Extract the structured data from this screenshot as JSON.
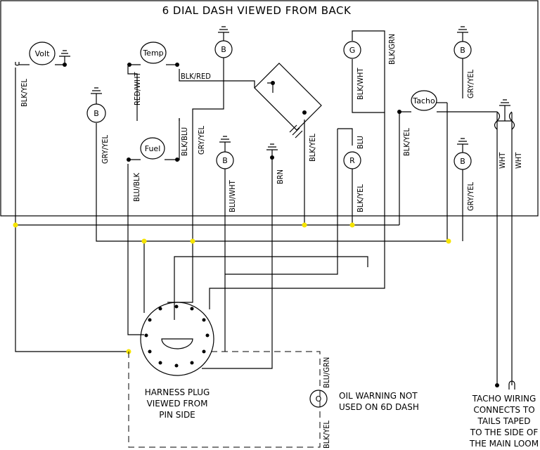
{
  "title": "6 DIAL DASH VIEWED FROM BACK",
  "dials": {
    "volt": "Volt",
    "temp": "Temp",
    "fuel": "Fuel",
    "tacho": "Tacho"
  },
  "bulbs": {
    "b": "B",
    "g": "G",
    "r": "R",
    "o": "O"
  },
  "wire_labels": {
    "volt_blk_yel": "BLK/YEL",
    "temp_red_wht": "RED/WHT",
    "temp_blk_red": "BLK/RED",
    "b_left_gry_yel": "GRY/YEL",
    "fuel_blu_blk": "BLU/BLK",
    "fuel_blk_blu": "BLK/BLU",
    "b_mid_gry_yel": "GRY/YEL",
    "b_low_blu_wht": "BLU/WHT",
    "brn": "BRN",
    "conn_blk_yel": "BLK/YEL",
    "g_blk_wht": "BLK/WHT",
    "g_blk_grn": "BLK/GRN",
    "r_blu": "BLU",
    "r_blk_yel": "BLK/YEL",
    "tacho_blk_yel": "BLK/YEL",
    "b_right_gry_yel": "GRY/YEL",
    "b_right_low_gry_yel": "GRY/YEL",
    "wht_1": "WHT",
    "wht_2": "WHT",
    "o_blu_grn": "BLU/GRN",
    "o_blk_yel": "BLK/YEL"
  },
  "notes": {
    "harness_1": "HARNESS PLUG",
    "harness_2": "VIEWED FROM",
    "harness_3": "PIN SIDE",
    "oil_1": "OIL WARNING NOT",
    "oil_2": "USED ON 6D DASH",
    "tacho_1": "TACHO WIRING",
    "tacho_2": "CONNECTS TO",
    "tacho_3": "TAILS TAPED",
    "tacho_4": "TO THE SIDE OF",
    "tacho_5": "THE MAIN LOOM"
  },
  "colors": {
    "wire": "#000000",
    "junction": "#f5e400",
    "background": "#ffffff"
  }
}
